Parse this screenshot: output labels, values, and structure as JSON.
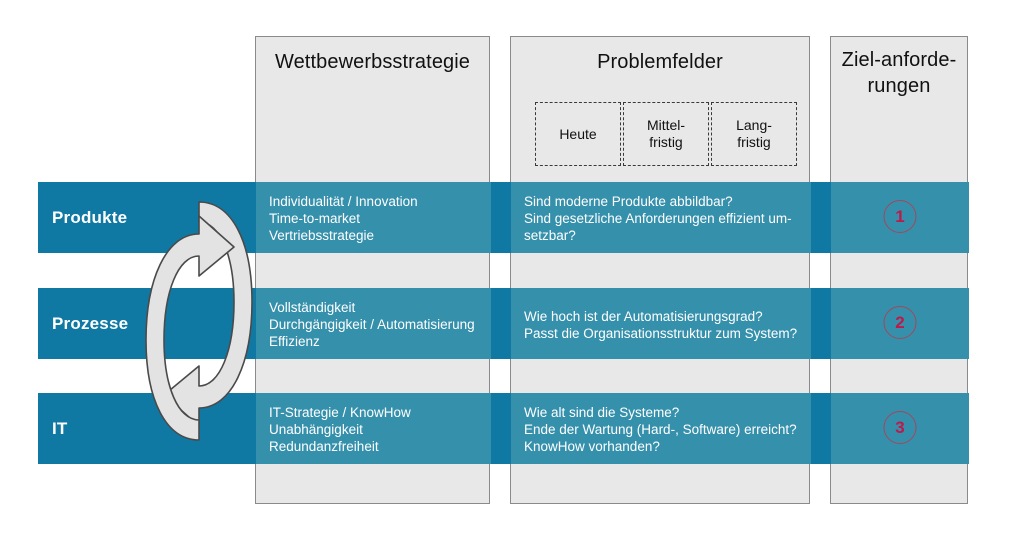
{
  "diagram": {
    "title": "Wettbewerbsstrategie / Problemfelder / Zielanforderungen Matrix",
    "colors": {
      "band_dark_teal": "#0f79a4",
      "band_light_teal": "#3590ac",
      "panel_gray": "#e8e8e8",
      "panel_border": "#8a8a8a",
      "circle_border": "#a4475b",
      "circle_text": "#c0184a",
      "arrow_fill": "#e3e3e3",
      "arrow_stroke": "#4a4a4a"
    }
  },
  "columns": [
    {
      "id": "strategy",
      "title": "Wettbewerbsstrategie"
    },
    {
      "id": "problem",
      "title": "Problemfelder"
    },
    {
      "id": "ziel",
      "title": "Ziel-anforde-\nrungen",
      "title_line1": "Ziel-anforde-",
      "title_line2": "rungen"
    }
  ],
  "timeframes": [
    {
      "id": "heute",
      "label": "Heute"
    },
    {
      "id": "mittelfristig",
      "label_line1": "Mittel-",
      "label_line2": "fristig"
    },
    {
      "id": "langfristig",
      "label_line1": "Lang-",
      "label_line2": "fristig"
    }
  ],
  "rows": [
    {
      "id": "produkte",
      "label": "Produkte",
      "strategy": [
        "Individualität / Innovation",
        "Time-to-market",
        "Vertriebsstrategie"
      ],
      "problems": [
        "Sind moderne Produkte abbildbar?",
        "Sind gesetzliche Anforderungen effizient um-",
        "setzbar?"
      ],
      "ziel_number": "1"
    },
    {
      "id": "prozesse",
      "label": "Prozesse",
      "strategy": [
        "Vollständigkeit",
        "Durchgängigkeit / Automatisierung",
        "Effizienz"
      ],
      "problems": [
        "Wie hoch ist der Automatisierungsgrad?",
        "Passt die Organisationsstruktur zum System?"
      ],
      "ziel_number": "2"
    },
    {
      "id": "it",
      "label": "IT",
      "strategy": [
        "IT-Strategie / KnowHow",
        "Unabhängigkeit",
        "Redundanzfreiheit"
      ],
      "problems": [
        "Wie alt sind die Systeme?",
        "Ende der Wartung (Hard-, Software) erreicht?",
        "KnowHow vorhanden?"
      ],
      "ziel_number": "3"
    }
  ],
  "graphics": {
    "cycle_arrows": {
      "name": "cyclical-loop-arrows",
      "description": "two curved arrows forming a vertical loop"
    }
  }
}
